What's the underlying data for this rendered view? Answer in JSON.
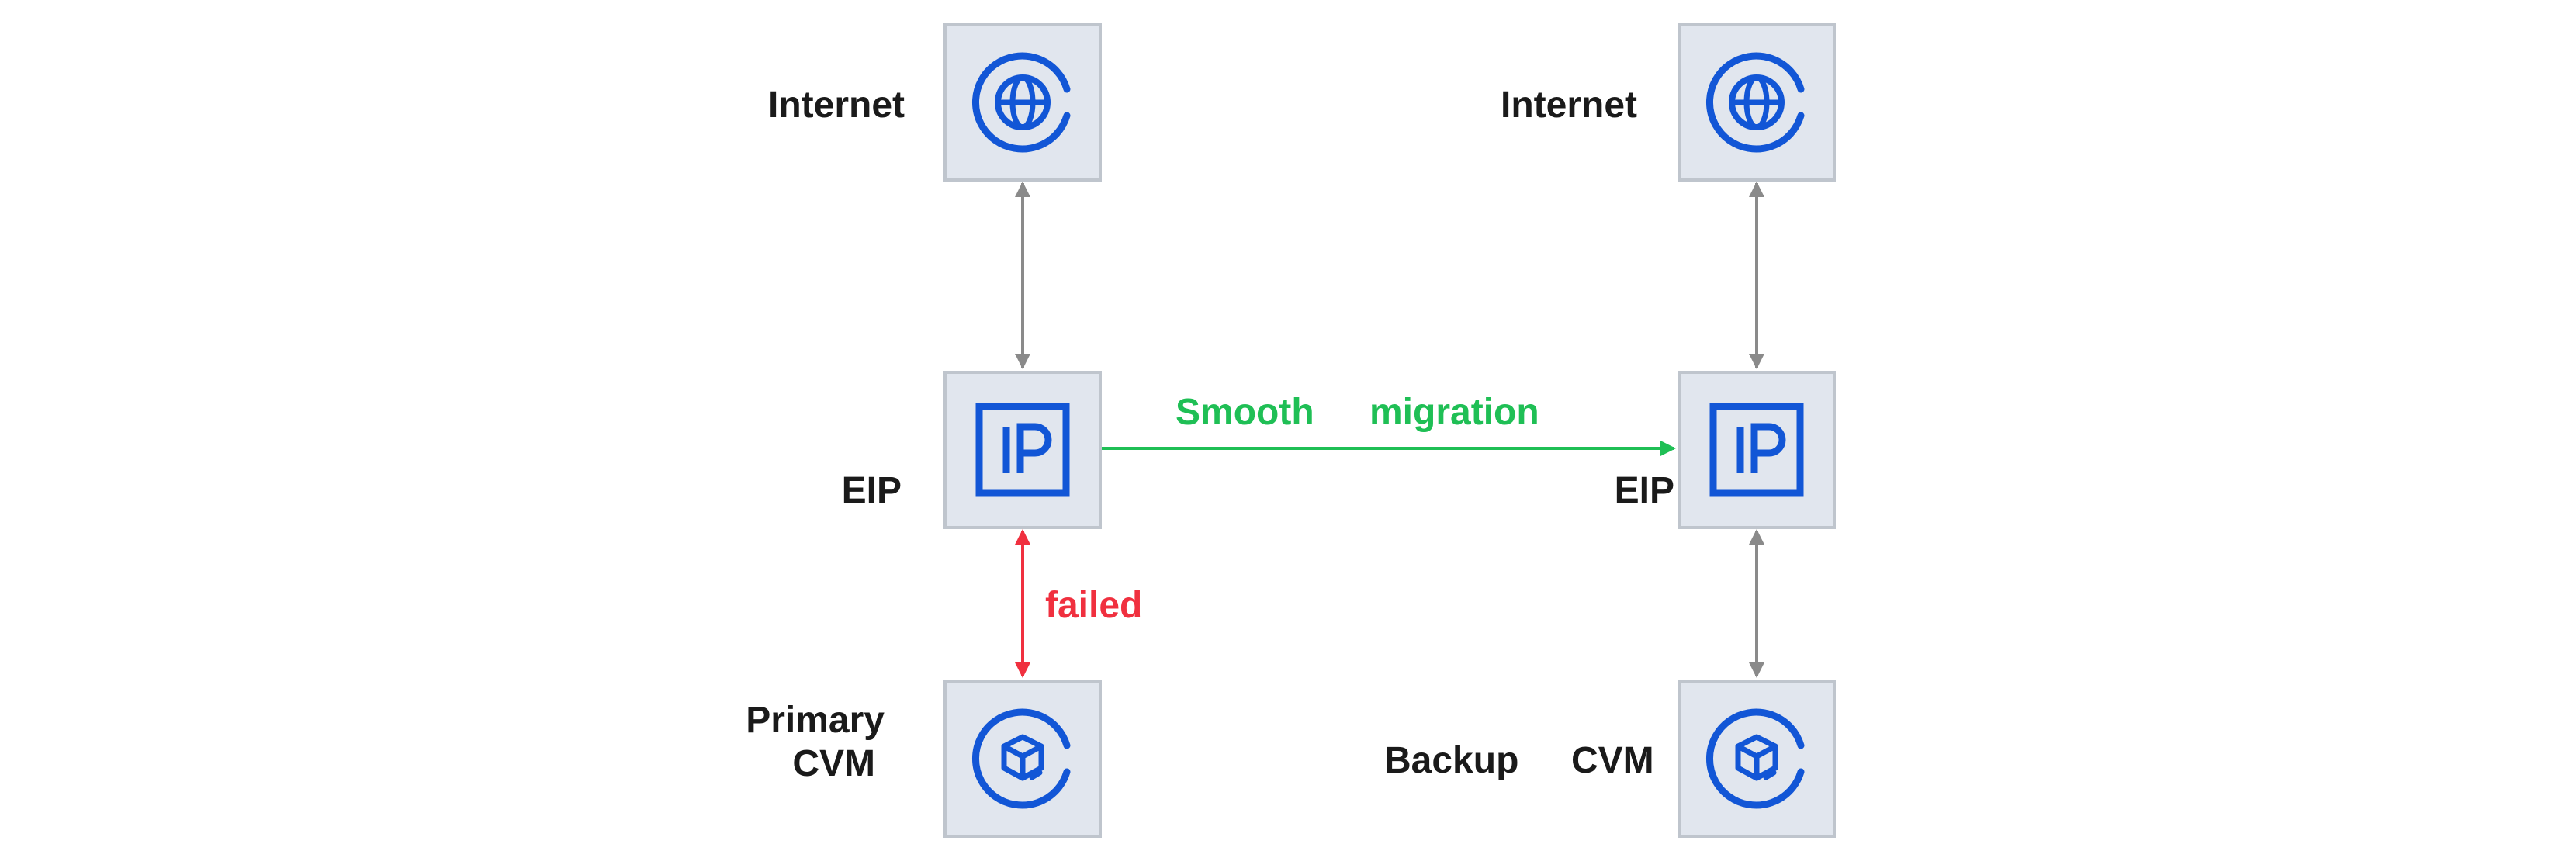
{
  "diagram": {
    "left": {
      "internet_label": "Internet",
      "eip_label": "EIP",
      "cvm_label_line1": "Primary",
      "cvm_label_line2": "CVM"
    },
    "right": {
      "internet_label": "Internet",
      "eip_label": "EIP",
      "cvm_label_line1": "Backup",
      "cvm_label_line2": "CVM"
    },
    "edges": {
      "migration_label_1": "Smooth",
      "migration_label_2": "migration",
      "failed_label": "failed"
    },
    "icons": {
      "internet": "globe-icon",
      "eip": "ip-icon",
      "cvm": "server-cube-icon"
    },
    "colors": {
      "icon": "#1256d6",
      "box_fill": "#e1e6ee",
      "box_stroke": "#bfc5cd",
      "arrow_grey": "#8a8a8a",
      "migration_green": "#1fbf55",
      "failed_red": "#f0303f"
    }
  }
}
